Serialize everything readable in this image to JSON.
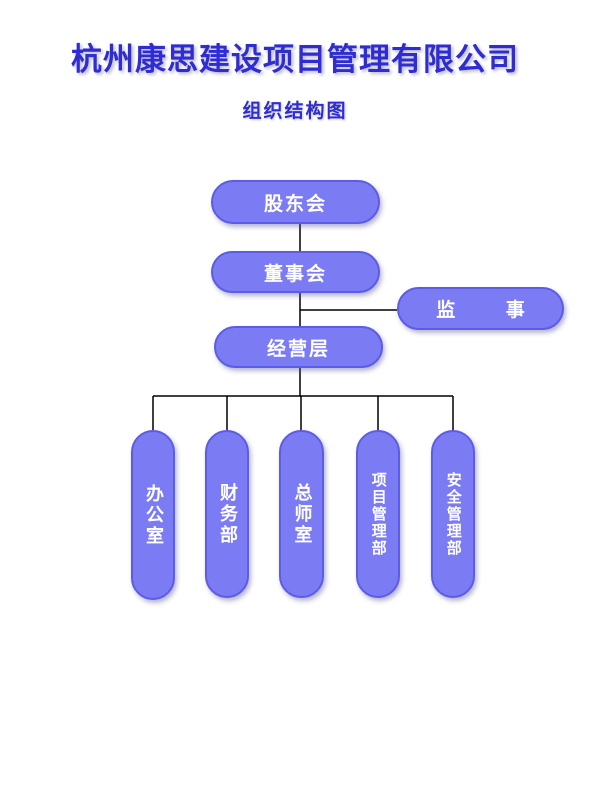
{
  "header": {
    "company": "杭州康思建设项目管理有限公司",
    "subtitle": "组织结构图"
  },
  "org": {
    "shareholders": "股东会",
    "board": "董事会",
    "supervisor": "监 事",
    "management": "经营层",
    "departments": [
      "办公室",
      "财务部",
      "总师室",
      "项目管理部",
      "安全管理部"
    ]
  },
  "colors": {
    "title": "#2e2cd2",
    "node_fill": "#7b7bf4",
    "node_border": "#5c5ce6",
    "node_text": "#ffffff",
    "connector": "#000000"
  }
}
